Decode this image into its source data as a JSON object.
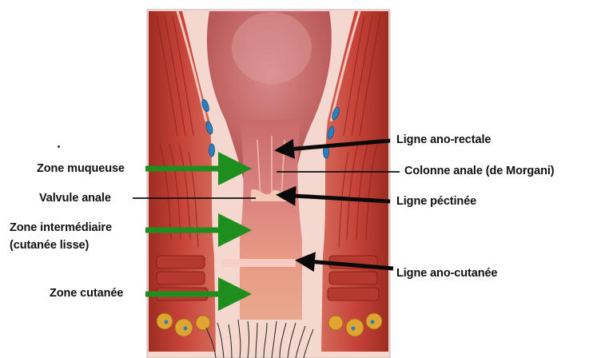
{
  "labels_left": {
    "zone_muqueuse": "Zone muqueuse",
    "valvule_anale": "Valvule anale",
    "zone_intermediaire_1": "Zone intermédiaire",
    "zone_intermediaire_2": "(cutanée lisse)",
    "zone_cutanee": "Zone cutanée"
  },
  "labels_right": {
    "ligne_ano_rectale": "Ligne ano-rectale",
    "colonne_anale": "Colonne anale (de Morgani)",
    "ligne_pectinee": "Ligne péctinée",
    "ligne_ano_cutanee": "Ligne ano-cutanée"
  },
  "colors": {
    "green_arrow": "#1e8f1e",
    "black_arrow": "#0a0a0a",
    "muscle": "#c0392b",
    "mucosa": "#e8a08a",
    "vessel_blue": "#2a7fc0",
    "fat_yellow": "#e0a431"
  }
}
